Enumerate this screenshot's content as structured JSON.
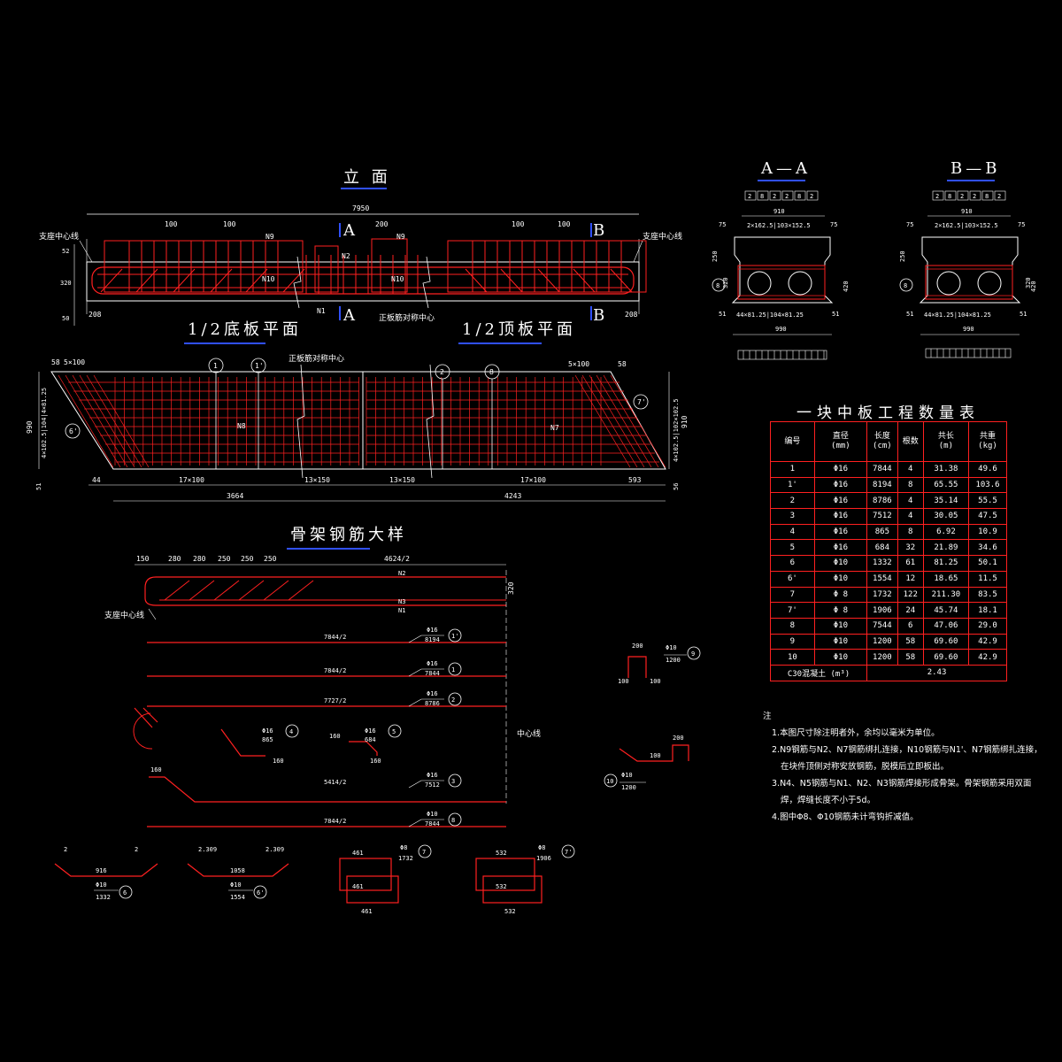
{
  "titles": {
    "elevation": "立 面",
    "half_bottom": "1/2底板平面",
    "half_top": "1/2顶板平面",
    "skeleton": "骨架钢筋大样",
    "section_a": "A—A",
    "section_b": "B—B"
  },
  "elevation": {
    "total_len": "7950",
    "support_left": "支座中心线",
    "support_right": "支座中心线",
    "sym_center": "正板筋对称中心",
    "dim_208_left": "208",
    "dim_208_right": "208",
    "dim_100": "100",
    "dim_200": "200",
    "lbl_a": "A",
    "lbl_b": "B",
    "n9": "N9",
    "n10": "N10",
    "n2": "N2",
    "n1": "N1",
    "h_52": "52",
    "h_320": "320",
    "h_50": "50"
  },
  "plan": {
    "sym_center": "正板筋对称中心",
    "d5x100_left": "5×100",
    "d5x100_right": "5×100",
    "d58": "58",
    "d44": "44",
    "d17x100_left": "17×100",
    "d13x150_left": "13×150",
    "d13x150_right": "13×150",
    "d17x100_right": "17×100",
    "d593": "593",
    "d3664": "3664",
    "d4243": "4243",
    "w990": "990",
    "w910": "910",
    "d51": "51",
    "d56": "56",
    "n8": "N8",
    "n7": "N7",
    "sideL": "4×102.5|104|4×81.25",
    "sideR": "4×102.5|102×102.5"
  },
  "sections": {
    "w910": "910",
    "w990": "990",
    "d75": "75",
    "d51": "51",
    "h250": "250",
    "h420": "420",
    "h320": "320",
    "top_dims": "2×162.5|103×152.5",
    "bot_dims": "44×81.25|104×81.25",
    "top_boxes": [
      "2",
      "8",
      "2",
      "2",
      "8",
      "2"
    ]
  },
  "skeleton": {
    "d150": "150",
    "d280a": "280",
    "d280b": "280",
    "d250a": "250",
    "d250b": "250",
    "d250c": "250",
    "d4624": "4624/2",
    "h320": "320",
    "support": "支座中心线",
    "n1": "N1",
    "n2": "N2",
    "n3": "N3",
    "center": "中心线",
    "bars": [
      {
        "len": "7844/2",
        "dia": "Φ16",
        "total": "8194",
        "no": "1'"
      },
      {
        "len": "7844/2",
        "dia": "Φ16",
        "total": "7844",
        "no": "1"
      },
      {
        "len": "7727/2",
        "dia": "Φ16",
        "total": "8786",
        "no": "2"
      },
      {
        "len": "5414/2",
        "dia": "Φ16",
        "total": "7512",
        "no": "3"
      },
      {
        "len": "7844/2",
        "dia": "Φ10",
        "total": "7844",
        "no": "8"
      }
    ],
    "b4": {
      "dia": "Φ16",
      "len": "865",
      "no": "4"
    },
    "b5": {
      "dia": "Φ16",
      "len": "684",
      "no": "5"
    },
    "b9": {
      "dia": "Φ10",
      "len": "1200",
      "no": "9",
      "d200": "200",
      "d100": "100"
    },
    "b10": {
      "dia": "Φ10",
      "len": "1200",
      "no": "10",
      "d200": "200",
      "d100": "100"
    },
    "b6": {
      "a": "2",
      "b": "2",
      "mid": "916",
      "dia": "Φ10",
      "len": "1332",
      "no": "6"
    },
    "b6p": {
      "a": "2.309",
      "b": "2.309",
      "mid": "1058",
      "dia": "Φ10",
      "len": "1554",
      "no": "6'"
    },
    "b7": {
      "w": "461",
      "dia": "Φ8",
      "len": "1732",
      "no": "7"
    },
    "b7p": {
      "w": "532",
      "dia": "Φ8",
      "len": "1906",
      "no": "7'"
    },
    "d160": "160"
  },
  "table": {
    "title": "一块中板工程数量表",
    "headers": [
      "编号",
      "直径\n(mm)",
      "长度\n(cm)",
      "根数",
      "共长\n(m)",
      "共重\n(kg)"
    ],
    "rows": [
      [
        "1",
        "Φ16",
        "7844",
        "4",
        "31.38",
        "49.6"
      ],
      [
        "1'",
        "Φ16",
        "8194",
        "8",
        "65.55",
        "103.6"
      ],
      [
        "2",
        "Φ16",
        "8786",
        "4",
        "35.14",
        "55.5"
      ],
      [
        "3",
        "Φ16",
        "7512",
        "4",
        "30.05",
        "47.5"
      ],
      [
        "4",
        "Φ16",
        "865",
        "8",
        "6.92",
        "10.9"
      ],
      [
        "5",
        "Φ16",
        "684",
        "32",
        "21.89",
        "34.6"
      ],
      [
        "6",
        "Φ10",
        "1332",
        "61",
        "81.25",
        "50.1"
      ],
      [
        "6'",
        "Φ10",
        "1554",
        "12",
        "18.65",
        "11.5"
      ],
      [
        "7",
        "Φ 8",
        "1732",
        "122",
        "211.30",
        "83.5"
      ],
      [
        "7'",
        "Φ 8",
        "1906",
        "24",
        "45.74",
        "18.1"
      ],
      [
        "8",
        "Φ10",
        "7544",
        "6",
        "47.06",
        "29.0"
      ],
      [
        "9",
        "Φ10",
        "1200",
        "58",
        "69.60",
        "42.9"
      ],
      [
        "10",
        "Φ10",
        "1200",
        "58",
        "69.60",
        "42.9"
      ]
    ],
    "concrete_label": "C30混凝土 (m³)",
    "concrete_value": "2.43"
  },
  "notes": {
    "heading": "注",
    "n1": "1.本图尺寸除注明者外，余均以毫米为单位。",
    "n2": "2.N9钢筋与N2、N7钢筋绑扎连接，N10钢筋与N1'、N7钢筋绑扎连接，",
    "n2b": "在块件顶侧对称安放钢筋，脱模后立即板出。",
    "n3": "3.N4、N5钢筋与N1、N2、N3钢筋焊接形成骨架。骨架钢筋采用双面",
    "n3b": "焊，焊缝长度不小于5d。",
    "n4": "4.图中Φ8、Φ10钢筋未计弯钩折减值。"
  }
}
